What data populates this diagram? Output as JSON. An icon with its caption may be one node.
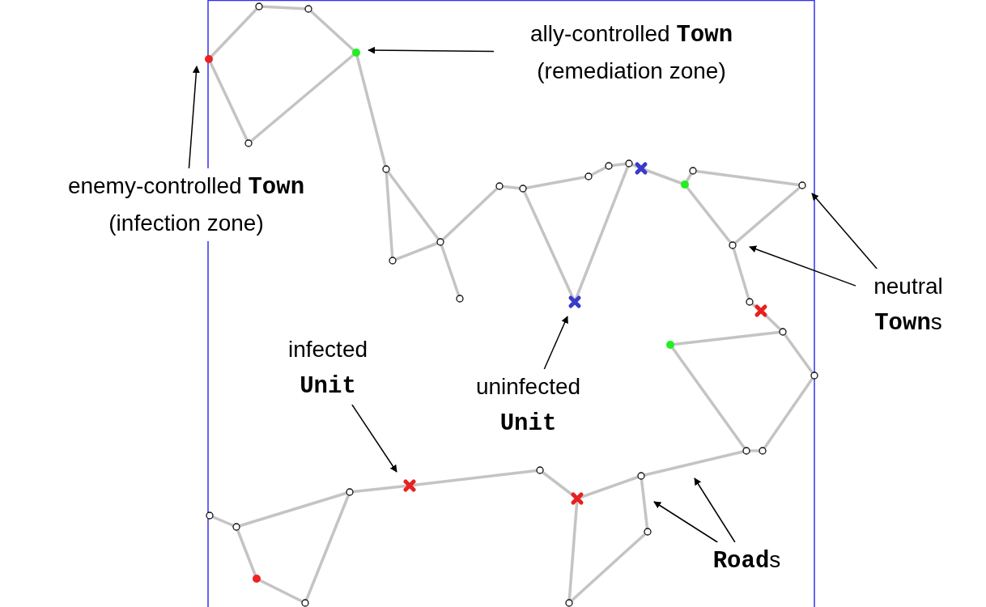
{
  "diagram": {
    "nodes": [
      {
        "text": [
          "ally-controlled **Town** (remediation zone)"
        ]
      },
      {
        "text": [
          "enemy-controlled **Town** (infection zone)"
        ]
      },
      {
        "text": [
          "neutral **Town**s"
        ]
      },
      {
        "text": [
          "infected **Unit**"
        ]
      },
      {
        "text": [
          "uninfected **Unit**"
        ]
      },
      {
        "text": [
          "**Road**s"
        ]
      }
    ],
    "edges": [
      {
        "from": 0,
        "to": null,
        "arrow": "to"
      },
      {
        "from": 1,
        "to": null,
        "arrow": "to"
      },
      {
        "from": 2,
        "to": null,
        "arrow": "to"
      },
      {
        "from": 2,
        "to": null,
        "arrow": "to"
      },
      {
        "from": 3,
        "to": null,
        "arrow": "to"
      },
      {
        "from": 4,
        "to": null,
        "arrow": "to"
      },
      {
        "from": 5,
        "to": null,
        "arrow": "to"
      },
      {
        "from": 5,
        "to": null,
        "arrow": "to"
      }
    ]
  }
}
